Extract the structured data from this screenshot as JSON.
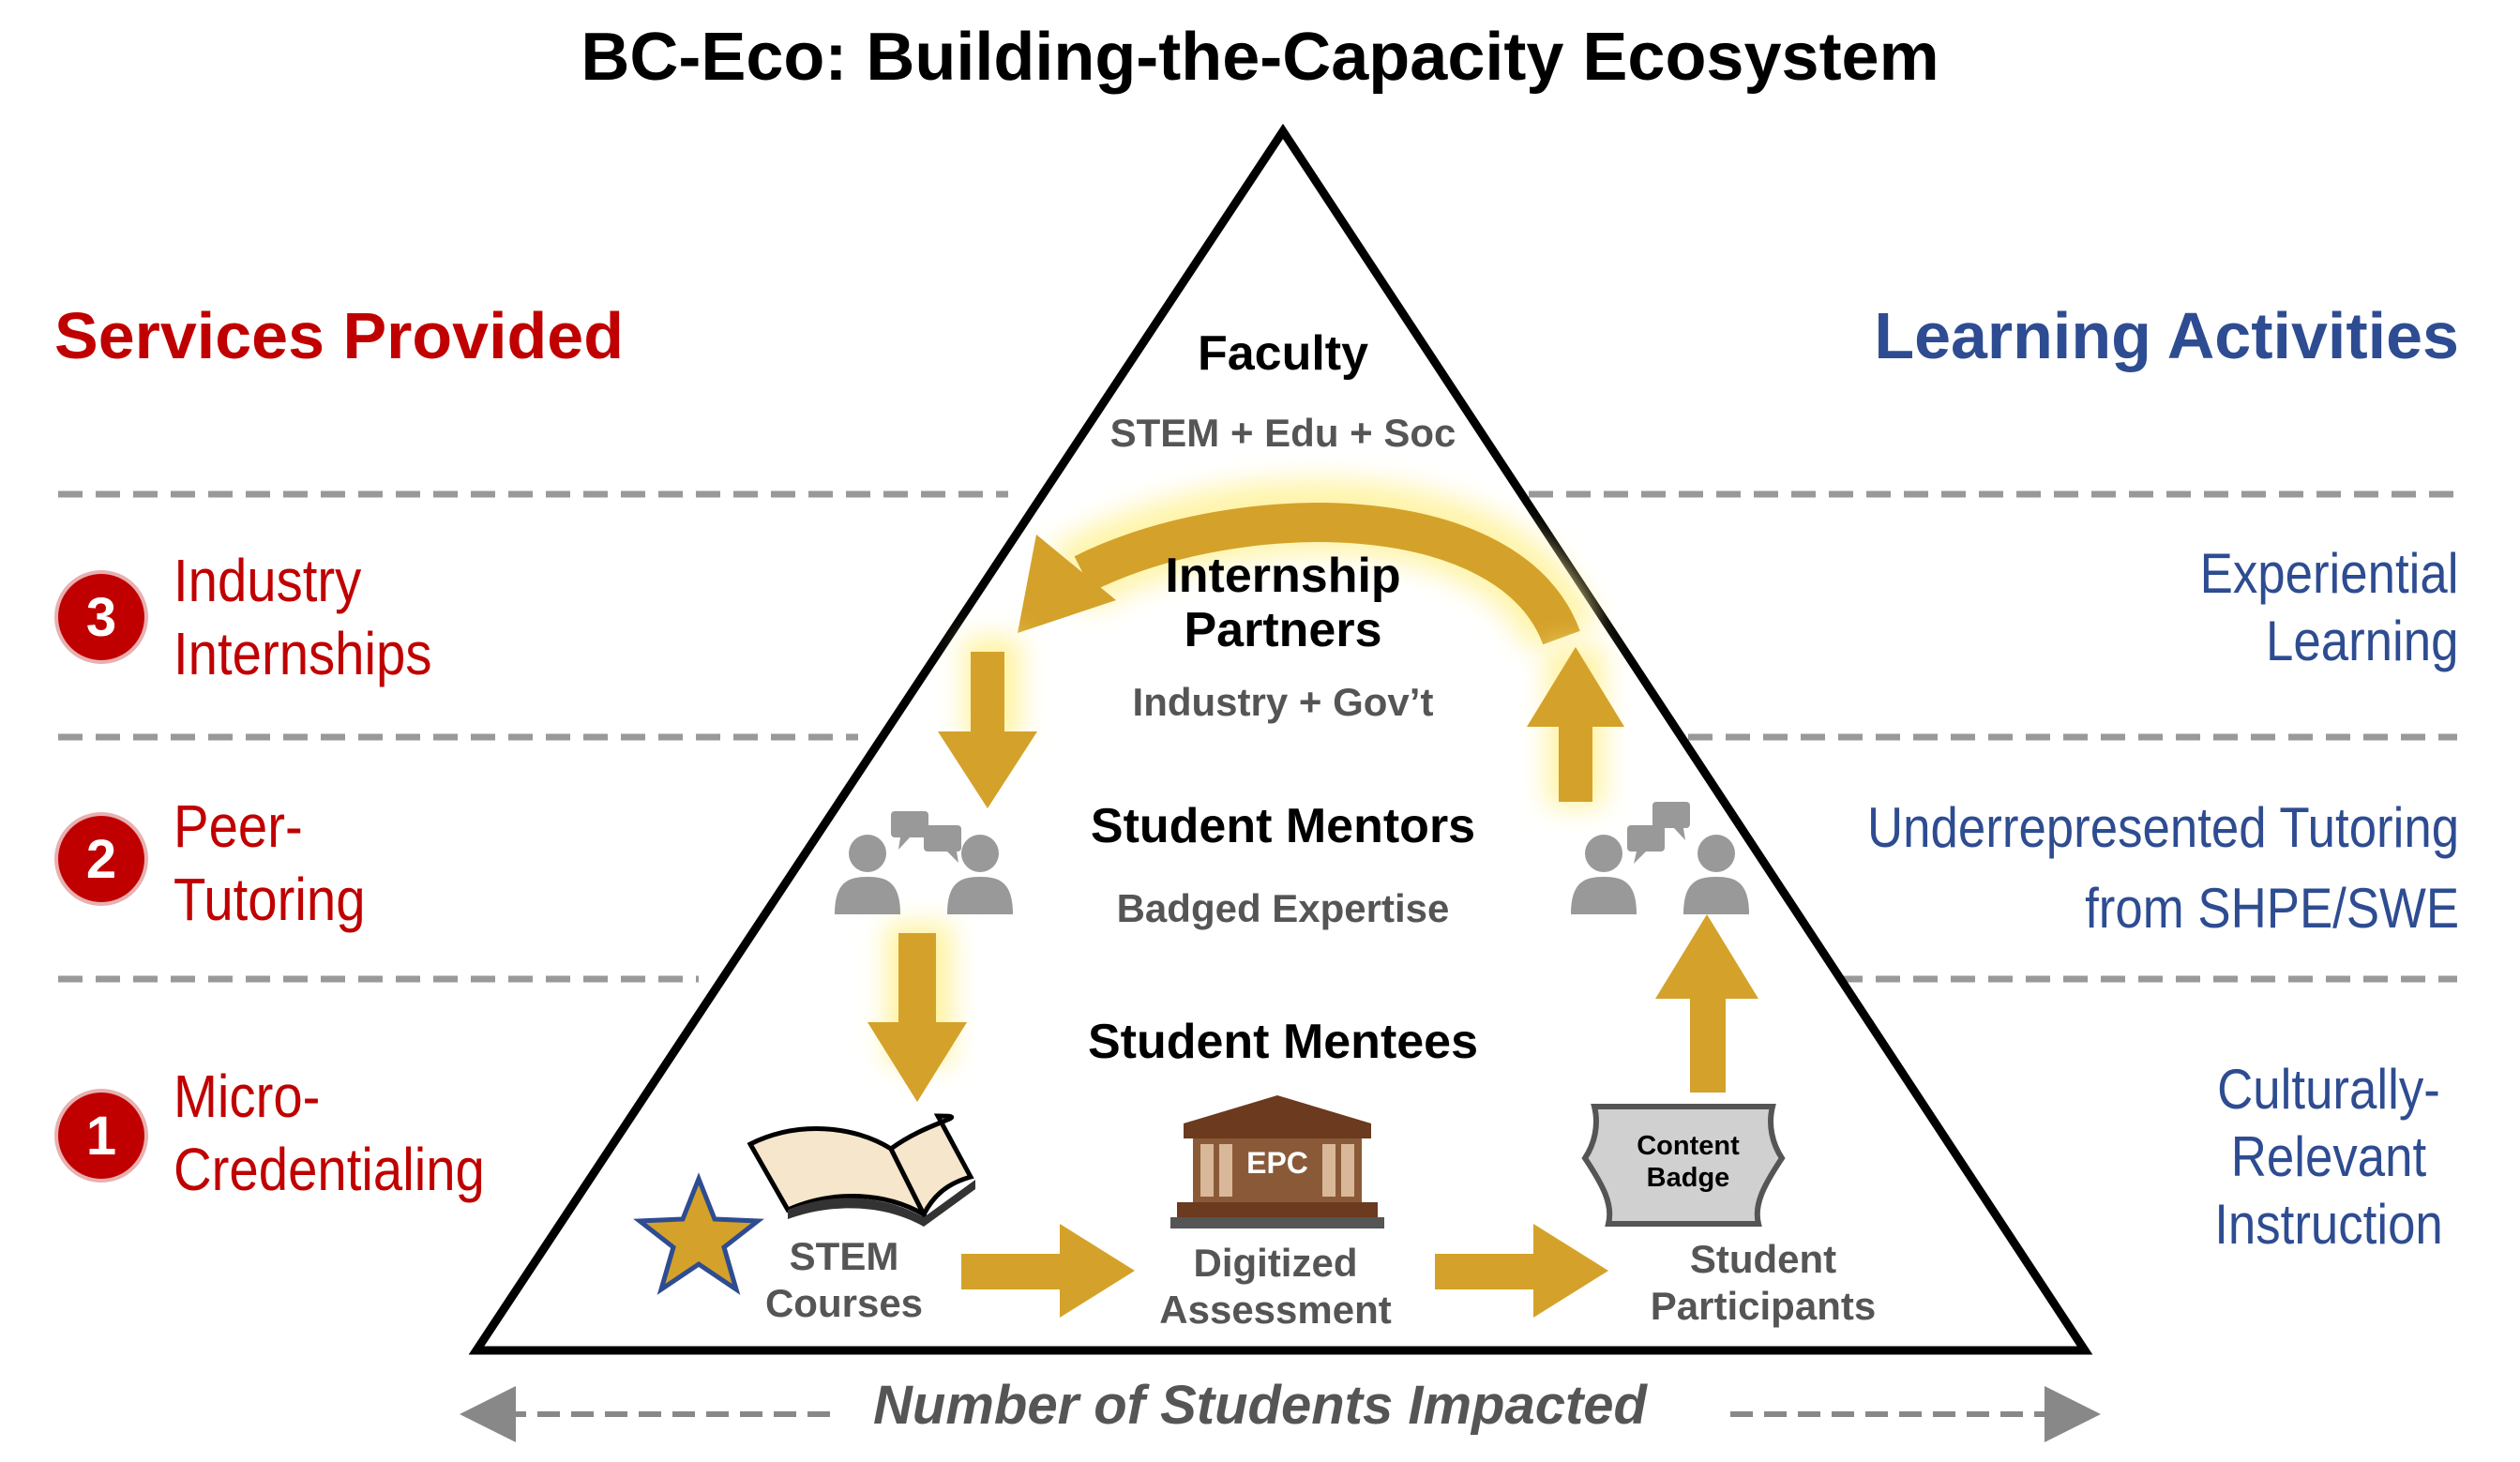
{
  "title": "BC-Eco:  Building-the-Capacity Ecosystem",
  "services_header": "Services Provided",
  "activities_header": "Learning Activities",
  "services": [
    {
      "number": "3",
      "line1": "Industry",
      "line2": "Internships"
    },
    {
      "number": "2",
      "line1": "Peer-",
      "line2": "Tutoring"
    },
    {
      "number": "1",
      "line1": "Micro-",
      "line2": "Credentialing"
    }
  ],
  "activities": [
    {
      "lines": [
        "Experiential",
        "Learning"
      ]
    },
    {
      "lines": [
        "Underrepresented Tutoring",
        "from SHPE/SWE"
      ]
    },
    {
      "lines": [
        "Culturally-",
        "Relevant",
        "Instruction"
      ]
    }
  ],
  "tiers": {
    "faculty": {
      "name": "Faculty",
      "sub": "STEM + Edu + Soc"
    },
    "partners": {
      "name_line1": "Internship",
      "name_line2": "Partners",
      "sub": "Industry  +  Gov’t"
    },
    "mentors": {
      "name": "Student Mentors",
      "sub": "Badged Expertise"
    },
    "mentees": {
      "name": "Student Mentees"
    }
  },
  "nodes": {
    "courses": {
      "line1": "STEM",
      "line2": "Courses"
    },
    "assessment": {
      "line1": "Digitized",
      "line2": "Assessment"
    },
    "participants": {
      "line1": "Student",
      "line2": "Participants"
    }
  },
  "building_label": "EPC",
  "badge_label": {
    "line1": "Content",
    "line2": "Badge"
  },
  "footer": "Number of Students Impacted",
  "icons": [
    "star-icon",
    "book-icon",
    "building-icon",
    "shield-badge-icon",
    "people-chat-icon",
    "arrow-icon"
  ],
  "colors": {
    "services": "#c00000",
    "activities": "#2e4c91",
    "arrow": "#d4a22a",
    "glow": "#fff3a0",
    "divider": "#999999",
    "subtext": "#555555"
  }
}
